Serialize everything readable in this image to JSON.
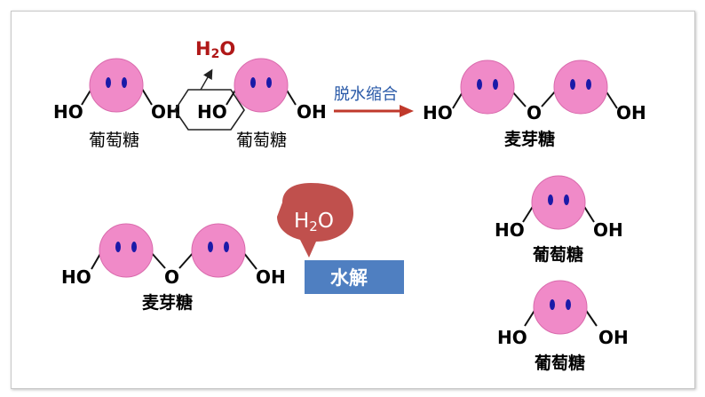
{
  "labels": {
    "ho": "HO",
    "oh": "OH",
    "o": "O",
    "h2o": "H2O",
    "h2o_sub_h": "H",
    "h2o_sub_2": "2",
    "h2o_sub_o": "O",
    "glucose": "葡萄糖",
    "maltose": "麦芽糖",
    "dehydration": "脱水缩合",
    "hydrolysis": "水解"
  },
  "colors": {
    "molecule_fill": "#f08ac8",
    "molecule_stroke": "#d96aac",
    "eye": "#1a1aa8",
    "water_red": "#b01818",
    "arrow_red": "#c0392b",
    "arrow_text_blue": "#2a5aa8",
    "bubble_red": "#c0504d",
    "hydrolysis_box": "#4f7fc1"
  }
}
